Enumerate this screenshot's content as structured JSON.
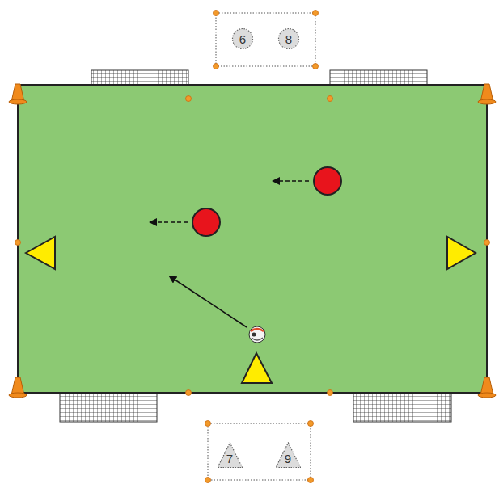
{
  "diagram": {
    "nodes": [
      {
        "text": [
          "6"
        ]
      },
      {
        "text": [
          "8"
        ]
      },
      {
        "text": [
          "7"
        ]
      },
      {
        "text": [
          "9"
        ]
      }
    ]
  }
}
